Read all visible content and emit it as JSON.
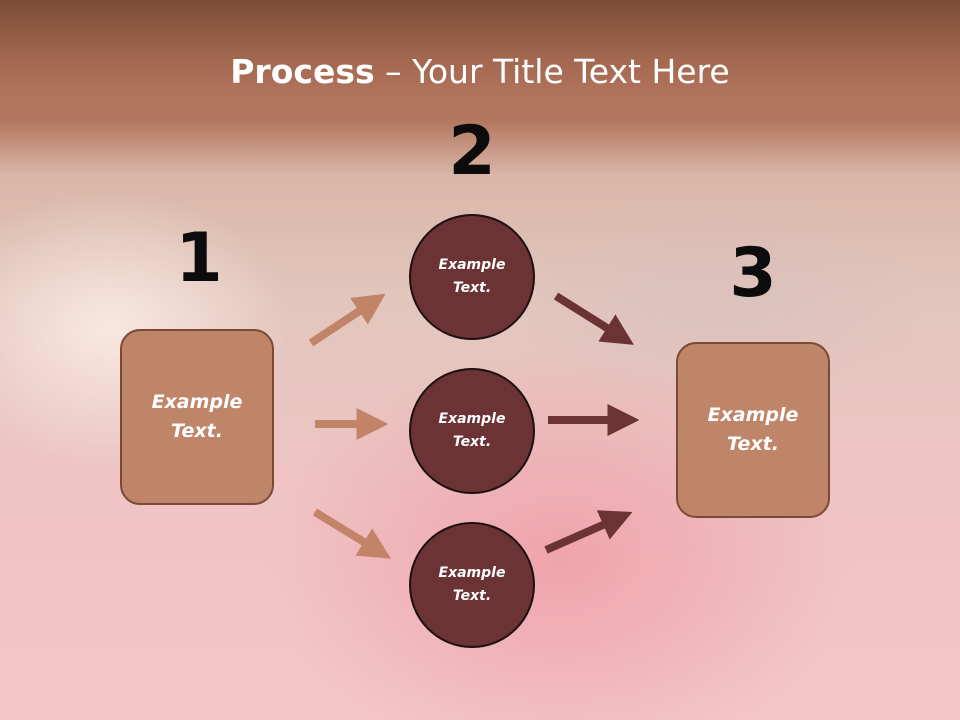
{
  "title": {
    "bold": "Process",
    "rest": " – Your Title Text Here"
  },
  "steps": {
    "n1": "1",
    "n2": "2",
    "n3": "3"
  },
  "nodes": {
    "left_box": "Example Text.",
    "circle_top": "Example Text.",
    "circle_mid": "Example Text.",
    "circle_bottom": "Example Text.",
    "right_box": "Example Text."
  },
  "colors": {
    "box_fill": "#bf8568",
    "circle_fill": "#6b3333",
    "arrow_light": "#c28468",
    "arrow_dark": "#6b3333"
  }
}
